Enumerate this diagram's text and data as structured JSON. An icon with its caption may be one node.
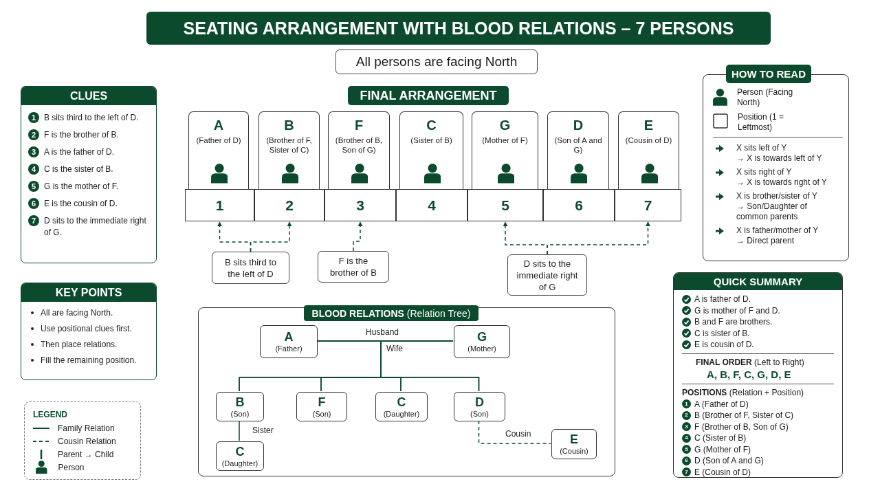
{
  "diagram": {
    "title": "SEATING ARRANGEMENT WITH BLOOD RELATIONS – 7 PERSONS",
    "nodes": [
      {
        "text": [
          "All persons are facing North"
        ]
      },
      {
        "text": [
          "CLUES",
          "1",
          "B sits third to the left of D.",
          "2",
          "F is the brother of B.",
          "3",
          "A is the father of D.",
          "4",
          "C is the sister of B.",
          "5",
          "G is the mother of F.",
          "6",
          "E is the cousin of D.",
          "7",
          "D sits to the immediate right of G."
        ]
      },
      {
        "text": [
          "KEY POINTS",
          "All are facing North.",
          "Use positional clues first.",
          "Then place relations.",
          "Fill the remaining position."
        ]
      },
      {
        "text": [
          "FINAL ARRANGEMENT"
        ]
      },
      {
        "text": [
          "A",
          "(Father of D)"
        ]
      },
      {
        "text": [
          "B",
          "(Brother of F, Sister of C)"
        ]
      },
      {
        "text": [
          "F",
          "(Brother of B, Son of G)"
        ]
      },
      {
        "text": [
          "C",
          "(Sister of B)"
        ]
      },
      {
        "text": [
          "G",
          "(Mother of F)"
        ]
      },
      {
        "text": [
          "D",
          "(Son of A and G)"
        ]
      },
      {
        "text": [
          "E",
          "(Cousin of D)"
        ]
      },
      {
        "text": [
          "1"
        ]
      },
      {
        "text": [
          "2"
        ]
      },
      {
        "text": [
          "3"
        ]
      },
      {
        "text": [
          "4"
        ]
      },
      {
        "text": [
          "5"
        ]
      },
      {
        "text": [
          "6"
        ]
      },
      {
        "text": [
          "7"
        ]
      },
      {
        "text": [
          "B sits third to the left of D"
        ]
      },
      {
        "text": [
          "F is the brother of B"
        ]
      },
      {
        "text": [
          "D sits to the immediate right of G"
        ]
      },
      {
        "text": [
          "HOW TO READ",
          "Person (Facing North)",
          "Position (1 = Leftmost)",
          "X sits left of Y",
          "→ X is towards left of Y",
          "X sits right of Y",
          "→ X is towards right of Y",
          "X is brother/sister of Y",
          "→ Son/Daughter of common parents",
          "X is father/mother of Y",
          "→ Direct parent"
        ]
      },
      {
        "text": [
          "QUICK SUMMARY",
          "A is father of D.",
          "G is mother of F and D.",
          "B and F are brothers.",
          "C is sister of B.",
          "E is cousin of D.",
          "**FINAL ORDER** (Left to Right)",
          "A, B, F, C, G, D, E",
          "**POSITIONS** (Relation + Position)",
          "1",
          "A (Father of D)",
          "2",
          "B (Brother of F, Sister of C)",
          "3",
          "F (Brother of B, Son of G)",
          "4",
          "C (Sister of B)",
          "5",
          "G (Mother of F)",
          "6",
          "D (Son of A and G)",
          "7",
          "E (Cousin of D)"
        ]
      },
      {
        "text": [
          "**BLOOD RELATIONS** (Relation Tree)"
        ]
      },
      {
        "text": [
          "A",
          "(Father)"
        ],
        "in": 23
      },
      {
        "text": [
          "G",
          "(Mother)"
        ],
        "in": 23
      },
      {
        "text": [
          "B",
          "(Son)"
        ],
        "in": 23
      },
      {
        "text": [
          "F",
          "(Son)"
        ],
        "in": 23
      },
      {
        "text": [
          "C",
          "(Daughter)"
        ],
        "in": 23
      },
      {
        "text": [
          "D",
          "(Son)"
        ],
        "in": 23
      },
      {
        "text": [
          "C",
          "(Daughter)"
        ],
        "in": 23
      },
      {
        "text": [
          "E",
          "(Cousin)"
        ],
        "in": 23
      }
    ],
    "edges": [
      {
        "from": 18,
        "to": 11,
        "arrow": "to",
        "style": "dashed"
      },
      {
        "from": 18,
        "to": 12,
        "arrow": "to",
        "style": "dashed"
      },
      {
        "from": 19,
        "to": 13,
        "arrow": "to",
        "style": "dashed"
      },
      {
        "from": 20,
        "to": 15,
        "arrow": "to",
        "style": "dashed"
      },
      {
        "from": 20,
        "to": 17,
        "arrow": "to",
        "style": "dashed"
      },
      {
        "from": 24,
        "to": 25,
        "arrow": "none",
        "label": "Husband"
      },
      {
        "from": 24,
        "to": 26,
        "arrow": "none"
      },
      {
        "from": 24,
        "to": 27,
        "arrow": "none"
      },
      {
        "from": 24,
        "to": 28,
        "arrow": "none"
      },
      {
        "from": 24,
        "to": 29,
        "arrow": "none"
      },
      {
        "from": 25,
        "to": 26,
        "arrow": "none"
      },
      {
        "from": 25,
        "to": 27,
        "arrow": "none"
      },
      {
        "from": 25,
        "to": 28,
        "arrow": "none"
      },
      {
        "from": 25,
        "to": 29,
        "arrow": "none"
      },
      {
        "from": 26,
        "to": 30,
        "arrow": "none",
        "label": "Sister"
      },
      {
        "from": 29,
        "to": 31,
        "arrow": "none",
        "style": "dashed",
        "label": "Cousin"
      }
    ],
    "labels": [
      "Wife",
      "LEGEND"
    ],
    "legend": [
      {
        "text": "Family Relation"
      },
      {
        "text": "Cousin Relation"
      },
      {
        "text": "Parent → Child"
      },
      {
        "text": "Person"
      }
    ]
  }
}
